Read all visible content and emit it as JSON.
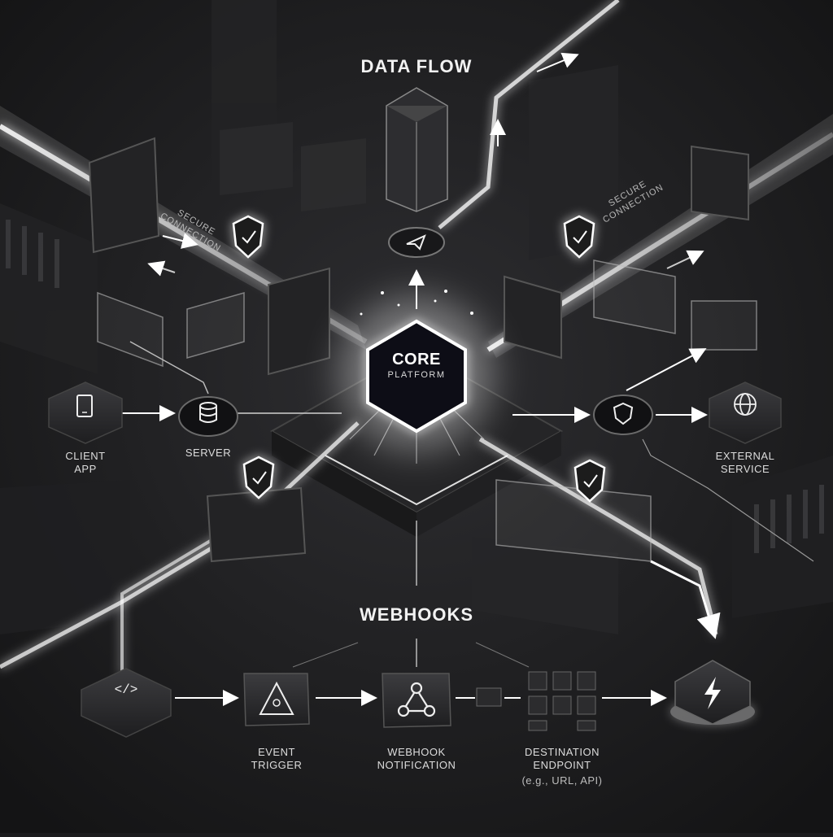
{
  "diagram": {
    "title_top": "DATA FLOW",
    "title_bottom": "WEBHOOKS",
    "core": {
      "title": "CORE",
      "subtitle": "PLATFORM"
    },
    "connections": {
      "left": "SECURE CONNECTION",
      "right": "SECURE CONNECTION"
    },
    "nodes": {
      "client_app": "CLIENT\nAPP",
      "server": "SERVER",
      "external_service": "EXTERNAL\nSERVICE",
      "event_trigger": "EVENT\nTRIGGER",
      "webhook_notification": "WEBHOOK\nNOTIFICATION",
      "destination_endpoint": "DESTINATION\nENDPOINT",
      "destination_note": "(e.g., URL, API)"
    }
  },
  "colors": {
    "background": "#1c1c1e",
    "glow": "#ffffff",
    "block": "#2a2a2c",
    "block_top": "#3a3a3c",
    "line": "#d8d8d8"
  },
  "icons": {
    "client_app": "tablet-icon",
    "server": "database-icon",
    "security": "shield-check-icon",
    "external_service": "globe-icon",
    "code": "code-icon",
    "event_trigger": "triangle-icon",
    "webhook_notification": "webhook-icon",
    "destination": "grid-icon",
    "power": "lightning-icon",
    "core_top": "send-icon"
  }
}
